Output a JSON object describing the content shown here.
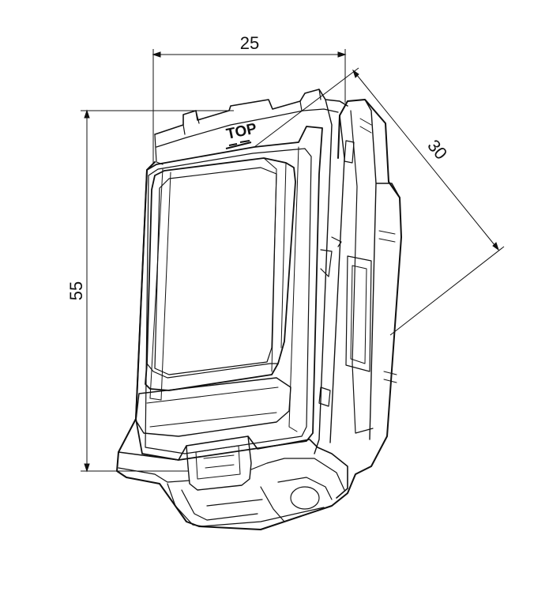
{
  "drawing": {
    "line_color": "#111111",
    "background": "#ffffff",
    "dimensions": {
      "width": "25",
      "height": "55",
      "depth": "30"
    },
    "marking": {
      "top": "TOP"
    }
  }
}
